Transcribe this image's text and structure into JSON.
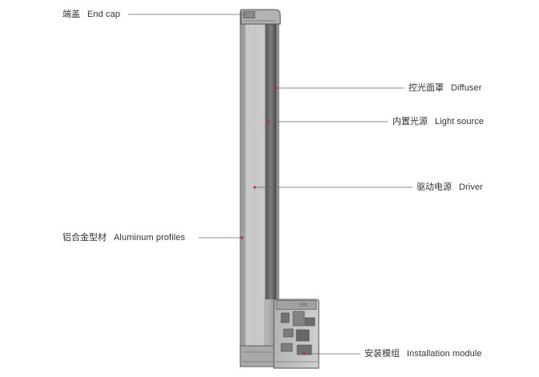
{
  "labels": {
    "end_cap": {
      "cn": "端盖",
      "en": "End cap"
    },
    "diffuser": {
      "cn": "控光面罩",
      "en": "Diffuser"
    },
    "light_source": {
      "cn": "内置光源",
      "en": "Light source"
    },
    "driver": {
      "cn": "驱动电源",
      "en": "Driver"
    },
    "aluminum_profiles": {
      "cn": "铝合金型材",
      "en": "Aluminum profiles"
    },
    "installation_module": {
      "cn": "安装模组",
      "en": "Installation module"
    }
  },
  "colors": {
    "text": "#333333",
    "leader": "#666666",
    "dot": "#c0283a",
    "profile": "#c4c4c4",
    "diffuser": "#5c5c5c"
  }
}
